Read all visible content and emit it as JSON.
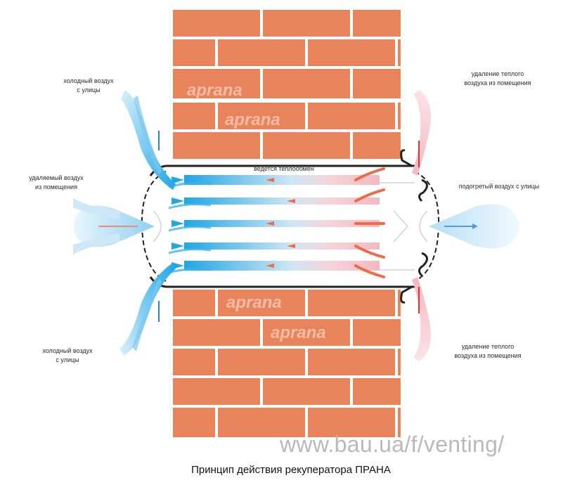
{
  "labels": {
    "cold_air_top": "холодный воздух\nс улицы",
    "exhaust_room_air": "удаляемый воздух\nиз помещения",
    "cold_air_bottom": "холодный воздух\nс улицы",
    "heat_exchange": "ведется теплообмен",
    "warm_air_top": "удаление теплого\nвоздуха из помещения",
    "heated_street_air": "подогретый воздух с улицы",
    "warm_air_bottom": "удаление теплого\nвоздуха из помещения"
  },
  "logo_text": "aprana",
  "watermark_url": "www.bau.ua/f/venting/",
  "caption": "Принцип действия рекуператора ПРАНА",
  "colors": {
    "brick": "#e8845c",
    "mortar": "#ffffff",
    "cold": "#1ea6e6",
    "warm": "#ef6a4a",
    "warm_light": "#f3b8c0"
  }
}
